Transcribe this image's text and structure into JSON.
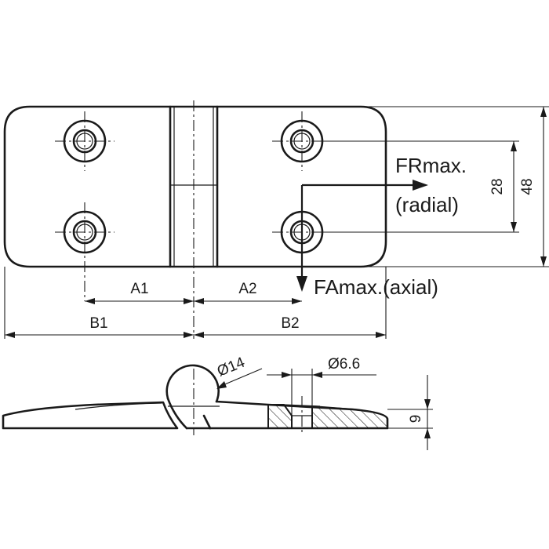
{
  "labels": {
    "a1": "A1",
    "a2": "A2",
    "b1": "B1",
    "b2": "B2",
    "dim_28": "28",
    "dim_48": "48",
    "dim_9": "9",
    "dia_14": "Ø14",
    "dia_6_6": "Ø6.6",
    "fr_max": "FRmax.",
    "radial": "(radial)",
    "fa_max": "FAmax.(axial)"
  }
}
